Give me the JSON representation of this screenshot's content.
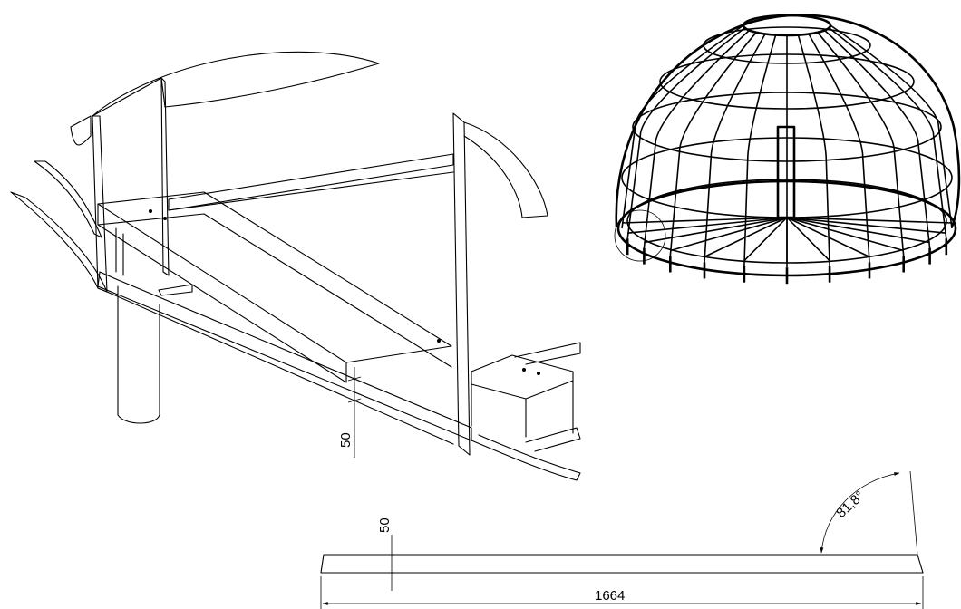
{
  "dimensions": {
    "detail_offset": "50",
    "bar_thickness": "50",
    "bar_length": "1664",
    "end_angle": "81,8°"
  },
  "colors": {
    "line": "#000000",
    "background": "#ffffff"
  }
}
